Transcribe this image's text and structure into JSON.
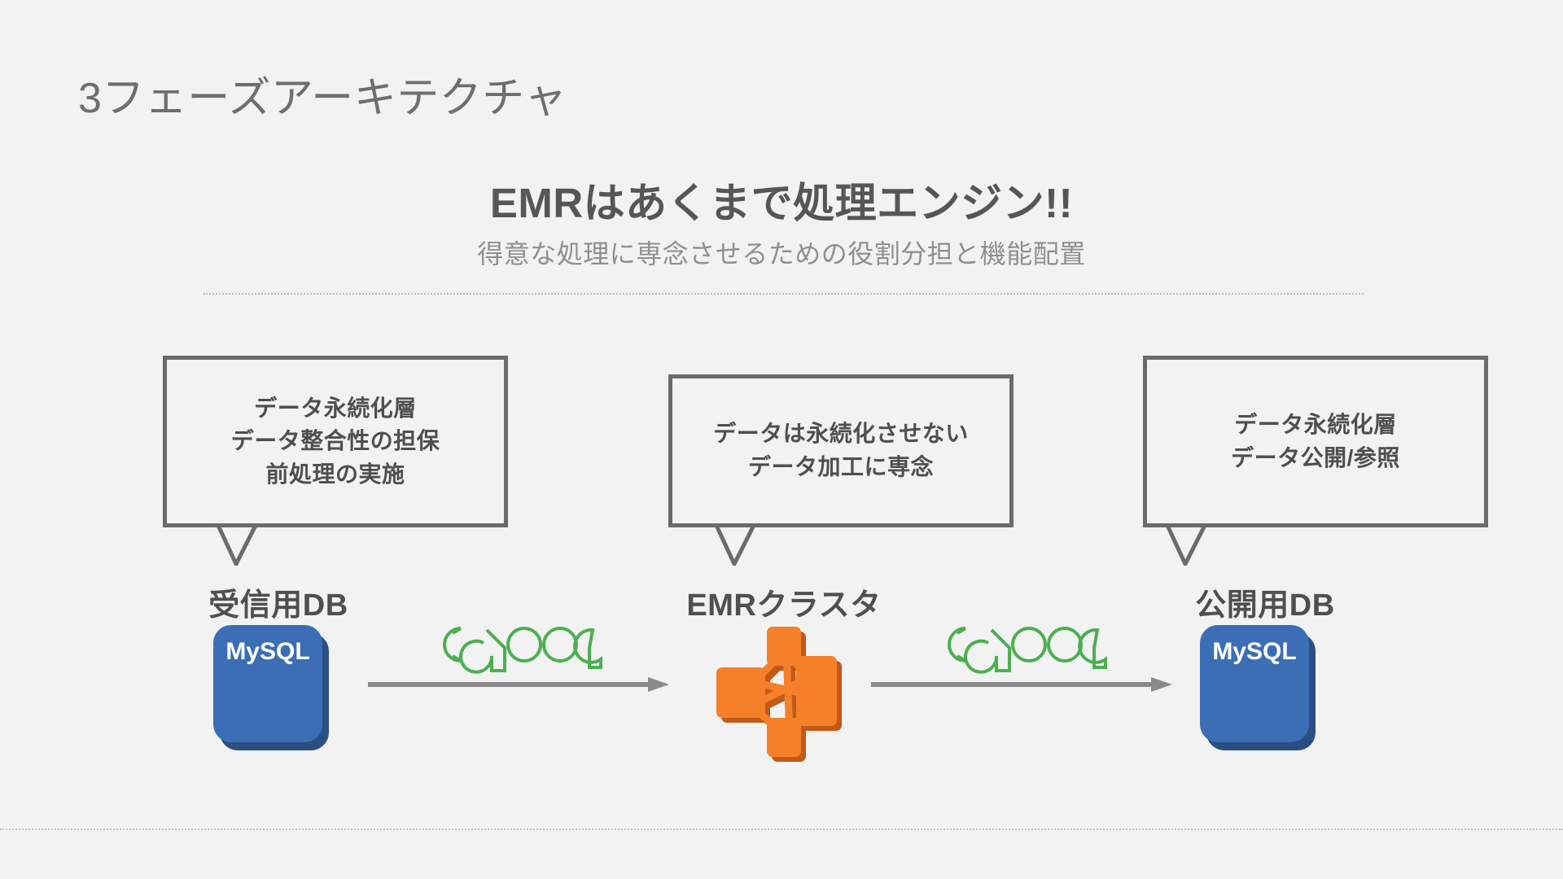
{
  "slide": {
    "title": "3フェーズアーキテクチャ",
    "headline": "EMRはあくまで処理エンジン!!",
    "subheadline": "得意な処理に専念させるための役割分担と機能配置"
  },
  "colors": {
    "background": "#f2f2f2",
    "title_gray": "#6e6e6e",
    "headline_gray": "#565656",
    "sub_gray": "#8f8f8f",
    "box_border": "#6b6b6b",
    "mysql_blue": "#3b6eb5",
    "mysql_blue_shadow": "#2c4f83",
    "emr_orange": "#f58029",
    "emr_orange_shadow": "#c05a18",
    "sqoop_green": "#4caf50",
    "arrow_gray": "#8a8a8a",
    "dotted_gray": "#bcbcbc"
  },
  "callouts": [
    {
      "name": "callout-ingest-db",
      "lines": [
        "データ永続化層",
        "データ整合性の担保",
        "前処理の実施"
      ]
    },
    {
      "name": "callout-emr-cluster",
      "lines": [
        "データは永続化させない",
        "データ加工に専念"
      ]
    },
    {
      "name": "callout-publish-db",
      "lines": [
        "データ永続化層",
        "データ公開/参照"
      ]
    }
  ],
  "nodes": [
    {
      "name": "node-ingest-db",
      "label": "受信用DB",
      "icon": "mysql-icon",
      "icon_label": "MySQL"
    },
    {
      "name": "node-emr-cluster",
      "label": "EMRクラスタ",
      "icon": "emr-cluster-icon",
      "icon_label": ""
    },
    {
      "name": "node-publish-db",
      "label": "公開用DB",
      "icon": "mysql-icon",
      "icon_label": "MySQL"
    }
  ],
  "connectors": [
    {
      "name": "arrow-ingest-to-emr",
      "icon": "arrow-right-icon",
      "decoration": "sqoop-icon"
    },
    {
      "name": "arrow-emr-to-publish",
      "icon": "arrow-right-icon",
      "decoration": "sqoop-icon"
    }
  ]
}
